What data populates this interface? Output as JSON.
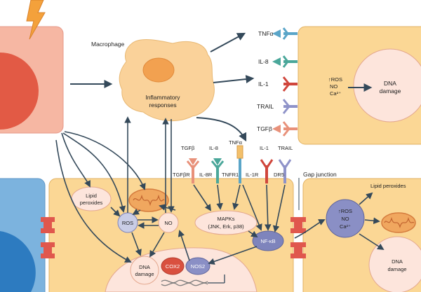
{
  "macrophage": {
    "title": "Macrophage",
    "inflammatory": [
      "Inflammatory",
      "responses"
    ]
  },
  "cytokines": [
    {
      "label": "TNFα",
      "color": "#5aa5c8"
    },
    {
      "label": "IL-8",
      "color": "#4aa79a"
    },
    {
      "label": "IL-1",
      "color": "#d0463c"
    },
    {
      "label": "TRAIL",
      "color": "#8f93c9"
    },
    {
      "label": "TGFβ",
      "color": "#e8917a"
    }
  ],
  "target_cell": {
    "effects": [
      "↑ROS",
      "NO",
      "Ca²⁺"
    ],
    "dna_damage": [
      "DNA",
      "damage"
    ]
  },
  "receptors": [
    {
      "ligand": "TGFβ",
      "receptor": "TGFβR",
      "color": "#e8917a"
    },
    {
      "ligand": "IL-8",
      "receptor": "IL-8R",
      "color": "#4aa79a"
    },
    {
      "ligand": "TNFα",
      "receptor": "TNFR1",
      "color": "#5aa5c8"
    },
    {
      "ligand": "IL-1",
      "receptor": "IL-1R",
      "color": "#d0463c"
    },
    {
      "ligand": "TRAIL",
      "receptor": "DR5",
      "color": "#8f93c9"
    }
  ],
  "bystander_cell": {
    "lipid_peroxides": [
      "Lipid",
      "peroxides"
    ],
    "ros": "ROS",
    "no": "NO",
    "mapks": [
      "MAPKs",
      "(JNK, Erk, p38)"
    ],
    "nfkb": "NF-κB",
    "cox2": "COX2",
    "nos2": "NOS2",
    "dna_damage": [
      "DNA",
      "damage"
    ]
  },
  "gap_junction": "Gap junction",
  "neighbor_cell": {
    "lipid_peroxides": "Lipid peroxides",
    "effects": [
      "↑ROS",
      "NO",
      "Ca²⁺"
    ],
    "dna_damage": [
      "DNA",
      "damage"
    ]
  },
  "colors": {
    "cell_fill": "#fbd795",
    "cell_stroke": "#e2b264",
    "irradiated_cell": "#f6b7a3",
    "nucleus_red": "#e25a45",
    "blue_cell": "#7cb3de",
    "blue_nucleus": "#2d7bc0",
    "arrow": "#34495a",
    "bubble": "#fde5dc",
    "blob": "#fad29a",
    "lightning": "#f4a13b",
    "gap_junction": "#e0574d",
    "ros_no_fill": "#c9cde6",
    "nfkb_fill": "#7e84bc",
    "cox2_fill": "#d9503f",
    "nos2_fill": "#8a8fc5"
  }
}
